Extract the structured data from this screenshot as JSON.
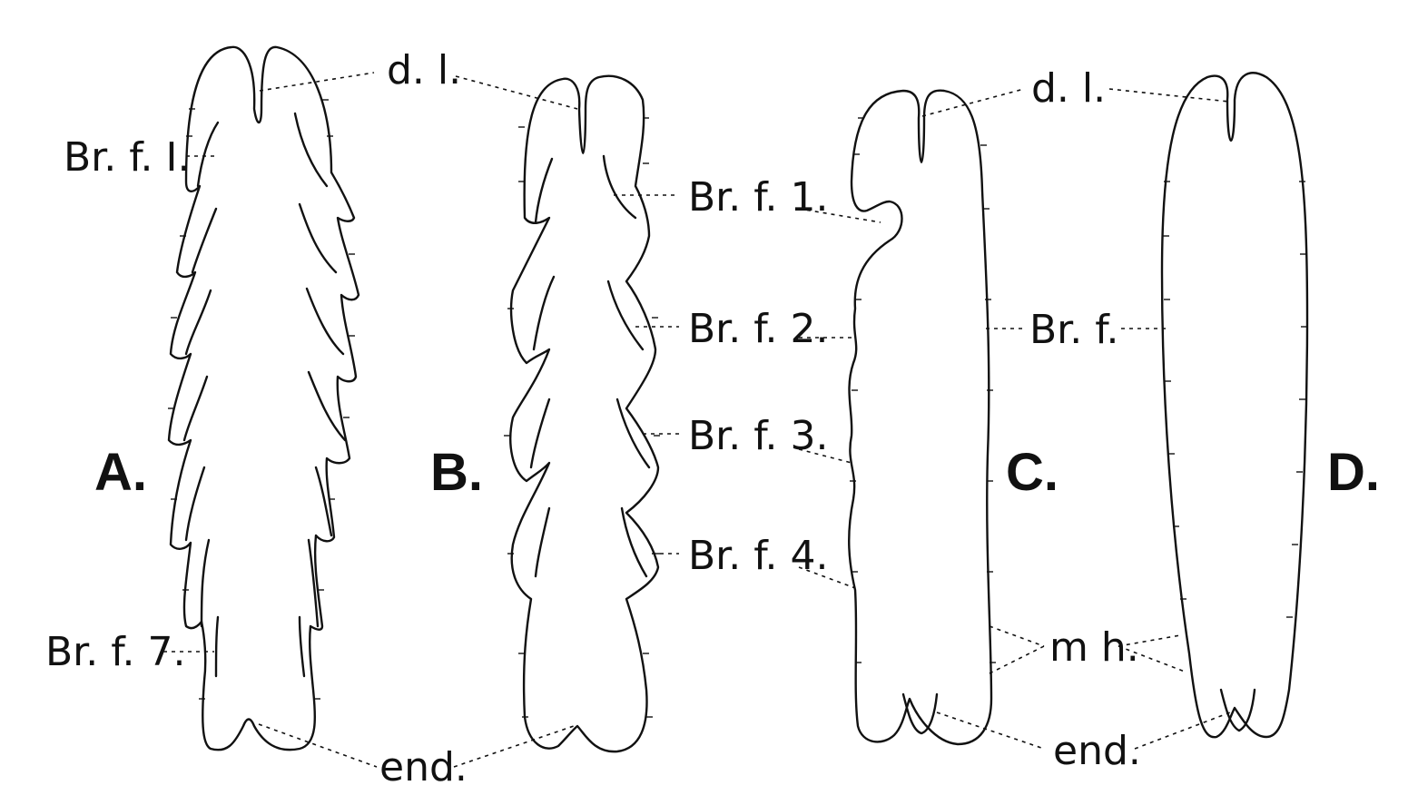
{
  "figure": {
    "panels": [
      {
        "id": "A",
        "label": "A."
      },
      {
        "id": "B",
        "label": "B."
      },
      {
        "id": "C",
        "label": "C."
      },
      {
        "id": "D",
        "label": "D."
      }
    ],
    "labels": {
      "dl_left": "d. l.",
      "dl_right": "d. l.",
      "brf1_a": "Br. f. I.",
      "brf7_a": "Br. f. 7.",
      "brf1_b": "Br. f. 1.",
      "brf2_b": "Br. f. 2.",
      "brf3_b": "Br. f. 3.",
      "brf4_b": "Br. f. 4.",
      "brf_cd": "Br. f.",
      "mh": "m h.",
      "end_left": "end.",
      "end_right": "end."
    }
  }
}
